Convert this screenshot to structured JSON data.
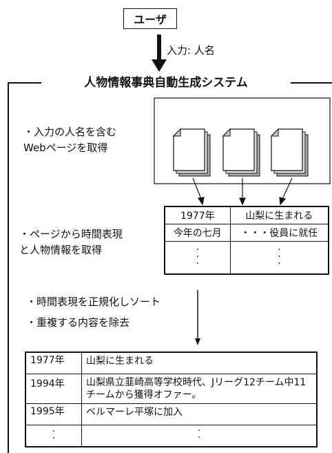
{
  "user_label": "ユーザ",
  "input_label": "入力: 人名",
  "system_title": "人物情報事典自動生成システム",
  "steps": {
    "step1_line1": "・入力の人名を含む",
    "step1_line2": "Webページを取得",
    "step2_line1": "・ページから時間表現",
    "step2_line2": "と人物情報を取得",
    "step3": "・時間表現を正規化しソート",
    "step4": "・重複する内容を除去"
  },
  "extracted_table": {
    "rows": [
      [
        "1977年",
        "山梨に生まれる"
      ],
      [
        "今年の七月",
        "・・・役員に就任"
      ]
    ]
  },
  "result_table": {
    "rows": [
      [
        "1977年",
        "山梨に生まれる"
      ],
      [
        "1994年",
        "山梨県立韮崎高等学校時代、Jリーグ12チーム中11チームから獲得オファー。"
      ],
      [
        "1995年",
        "ベルマーレ平塚に加入"
      ]
    ]
  }
}
